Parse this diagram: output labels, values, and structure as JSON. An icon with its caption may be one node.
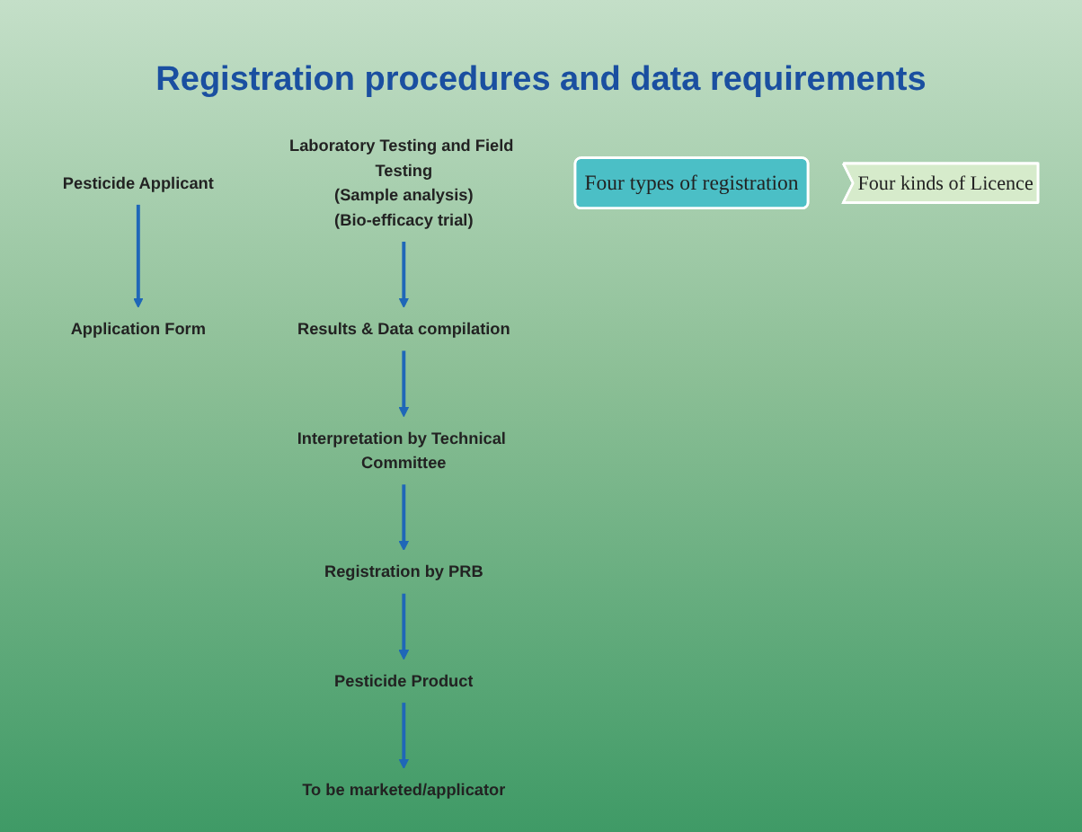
{
  "diagram": {
    "title": "Registration procedures and data requirements",
    "nodes": [
      {
        "text": [
          "Pesticide Applicant"
        ]
      },
      {
        "text": [
          "Application Form"
        ]
      },
      {
        "text": [
          "Laboratory Testing and Field Testing",
          "(Sample analysis)",
          "(Bio-efficacy trial)"
        ]
      },
      {
        "text": [
          "Results & Data compilation"
        ]
      },
      {
        "text": [
          "Interpretation by Technical Committee"
        ]
      },
      {
        "text": [
          "Registration by PRB"
        ]
      },
      {
        "text": [
          "Pesticide Product"
        ]
      },
      {
        "text": [
          "To be marketed/applicator"
        ]
      },
      {
        "text": [
          "Four types of registration"
        ]
      },
      {
        "text": [
          "Four kinds of Licence"
        ]
      }
    ],
    "edges": [
      {
        "from": 0,
        "to": 1,
        "arrow": "to"
      },
      {
        "from": 2,
        "to": 3,
        "arrow": "to"
      },
      {
        "from": 3,
        "to": 4,
        "arrow": "to"
      },
      {
        "from": 4,
        "to": 5,
        "arrow": "to"
      },
      {
        "from": 5,
        "to": 6,
        "arrow": "to"
      },
      {
        "from": 6,
        "to": 7,
        "arrow": "to"
      }
    ]
  }
}
